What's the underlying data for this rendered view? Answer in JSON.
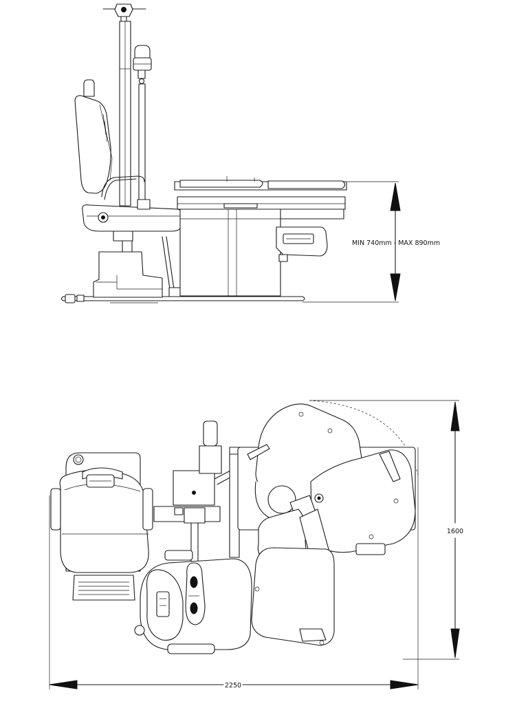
{
  "side_view": {
    "height_dimension": "MIN 740mm - MAX 890mm"
  },
  "top_view": {
    "width_dimension": "2250",
    "depth_dimension": "1600"
  }
}
